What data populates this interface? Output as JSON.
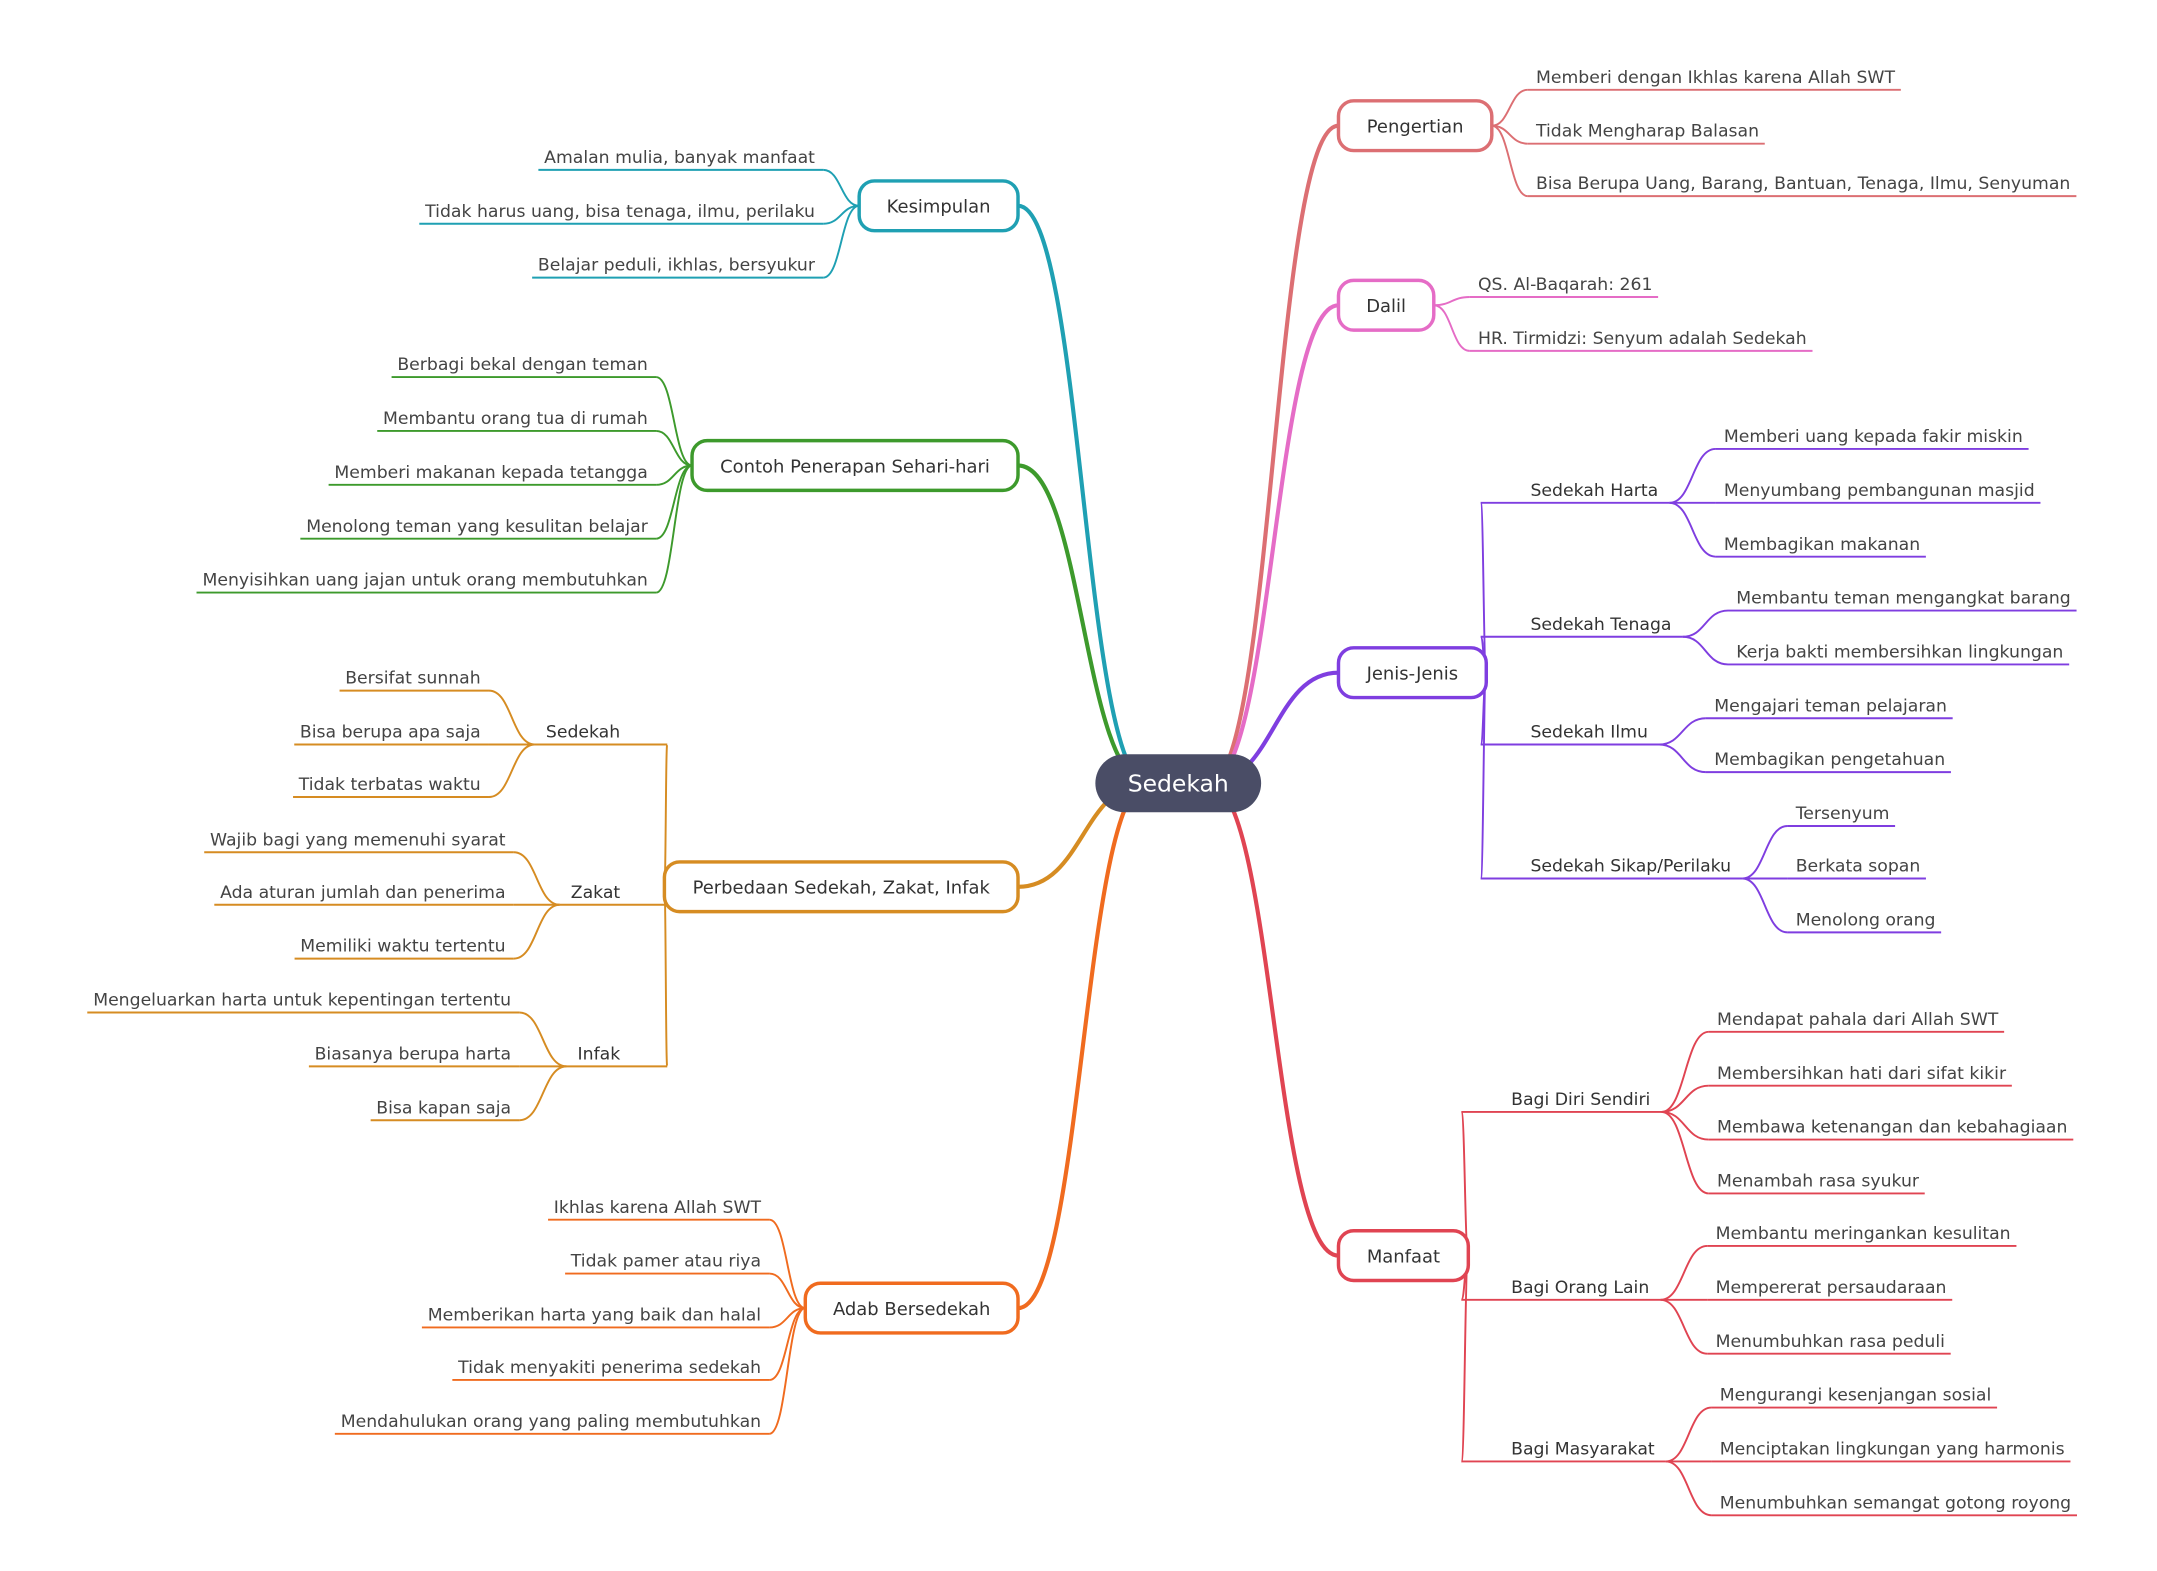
{
  "root": {
    "label": "Sedekah",
    "color": "#4a4d66"
  },
  "branches": [
    {
      "label": "Pengertian",
      "color": "#dc6f73",
      "items": [
        "Memberi dengan Ikhlas karena Allah SWT",
        "Tidak Mengharap Balasan",
        "Bisa Berupa Uang, Barang, Bantuan, Tenaga, Ilmu, Senyuman"
      ]
    },
    {
      "label": "Dalil",
      "color": "#e56cc6",
      "items": [
        "QS. Al-Baqarah: 261",
        "HR. Tirmidzi: Senyum adalah Sedekah"
      ]
    },
    {
      "label": "Jenis-Jenis",
      "color": "#7f3ee0",
      "groups": [
        {
          "label": "Sedekah Harta",
          "items": [
            "Memberi uang kepada fakir miskin",
            "Menyumbang pembangunan masjid",
            "Membagikan makanan"
          ]
        },
        {
          "label": "Sedekah Tenaga",
          "items": [
            "Membantu teman mengangkat barang",
            "Kerja bakti membersihkan lingkungan"
          ]
        },
        {
          "label": "Sedekah Ilmu",
          "items": [
            "Mengajari teman pelajaran",
            "Membagikan pengetahuan"
          ]
        },
        {
          "label": "Sedekah Sikap/Perilaku",
          "items": [
            "Tersenyum",
            "Berkata sopan",
            "Menolong orang"
          ]
        }
      ]
    },
    {
      "label": "Manfaat",
      "color": "#e04452",
      "groups": [
        {
          "label": "Bagi Diri Sendiri",
          "items": [
            "Mendapat pahala dari Allah SWT",
            "Membersihkan hati dari sifat kikir",
            "Membawa ketenangan dan kebahagiaan",
            "Menambah rasa syukur"
          ]
        },
        {
          "label": "Bagi Orang Lain",
          "items": [
            "Membantu meringankan kesulitan",
            "Mempererat persaudaraan",
            "Menumbuhkan rasa peduli"
          ]
        },
        {
          "label": "Bagi Masyarakat",
          "items": [
            "Mengurangi kesenjangan sosial",
            "Menciptakan lingkungan yang harmonis",
            "Menumbuhkan semangat gotong royong"
          ]
        }
      ]
    },
    {
      "label": "Kesimpulan",
      "color": "#1fa0b3",
      "items": [
        "Amalan mulia, banyak manfaat",
        "Tidak harus uang, bisa tenaga, ilmu, perilaku",
        "Belajar peduli, ikhlas, bersyukur"
      ]
    },
    {
      "label": "Contoh Penerapan Sehari-hari",
      "color": "#3d9a2c",
      "items": [
        "Berbagi bekal dengan teman",
        "Membantu orang tua di rumah",
        "Memberi makanan kepada tetangga",
        "Menolong teman yang kesulitan belajar",
        "Menyisihkan uang jajan untuk orang membutuhkan"
      ]
    },
    {
      "label": "Perbedaan Sedekah, Zakat, Infak",
      "color": "#d68c22",
      "groups": [
        {
          "label": "Sedekah",
          "items": [
            "Bersifat sunnah",
            "Bisa berupa apa saja",
            "Tidak terbatas waktu"
          ]
        },
        {
          "label": "Zakat",
          "items": [
            "Wajib bagi yang memenuhi syarat",
            "Ada aturan jumlah dan penerima",
            "Memiliki waktu tertentu"
          ]
        },
        {
          "label": "Infak",
          "items": [
            "Mengeluarkan harta untuk kepentingan tertentu",
            "Biasanya berupa harta",
            "Bisa kapan saja"
          ]
        }
      ]
    },
    {
      "label": "Adab Bersedekah",
      "color": "#f06b1f",
      "items": [
        "Ikhlas karena Allah SWT",
        "Tidak pamer atau riya",
        "Memberikan harta yang baik dan halal",
        "Tidak menyakiti penerima sedekah",
        "Mendahulukan orang yang paling membutuhkan"
      ]
    }
  ]
}
